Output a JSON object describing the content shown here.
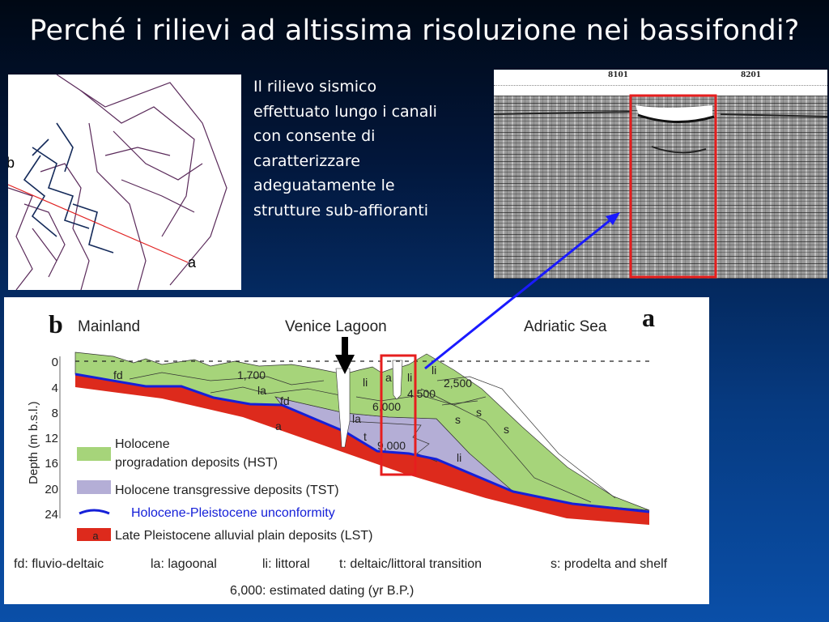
{
  "slide": {
    "title": "Perché i rilievi ad altissima risoluzione nei bassifondi?",
    "description_lines": [
      "Il rilievo sismico",
      "effettuato lungo i canali",
      "con consente di",
      "caratterizzare",
      "adeguatamente le",
      "strutture sub-affioranti"
    ]
  },
  "map": {
    "label_b": "b",
    "label_a": "a"
  },
  "seismic": {
    "trace_labels": [
      "8101",
      "8201"
    ]
  },
  "diagram": {
    "corner_b": "b",
    "corner_a": "a",
    "regions": [
      "Mainland",
      "Venice Lagoon",
      "Adriatic Sea"
    ],
    "y_axis_label": "Depth (m b.s.l.)",
    "y_ticks": [
      "0",
      "4",
      "8",
      "12",
      "16",
      "20",
      "24"
    ],
    "unit_labels": {
      "fd1": "fd",
      "d1700": "1,700",
      "la1": "la",
      "fd2": "fd",
      "a1": "a",
      "li1": "li",
      "a2": "a",
      "li2": "li",
      "li3": "li",
      "d2500": "2,500",
      "d4500": "4,500",
      "d6000": "6,000",
      "la2": "la",
      "s1": "s",
      "s2": "s",
      "s3": "s",
      "t1": "t",
      "d9000": "9,000",
      "li4": "li"
    },
    "legend": {
      "hst_line1": "Holocene",
      "hst_line2": "progradation deposits (HST)",
      "tst": "Holocene transgressive deposits (TST)",
      "unconformity": "Holocene-Pleistocene unconformity",
      "lst_swatch": "a",
      "lst": "Late Pleistocene alluvial plain deposits (LST)"
    },
    "abbreviations": [
      "fd: fluvio-deltaic",
      "la: lagoonal",
      "li: littoral",
      "t: deltaic/littoral transition",
      "s: prodelta and shelf"
    ],
    "dating_note": "6,000: estimated dating (yr B.P.)"
  },
  "colors": {
    "hst": "#a6d47a",
    "tst": "#b4aed6",
    "lst": "#dd2a1c",
    "unconformity": "#1520d8",
    "highlight": "#e61e1e",
    "arrow": "#1a1aff"
  }
}
